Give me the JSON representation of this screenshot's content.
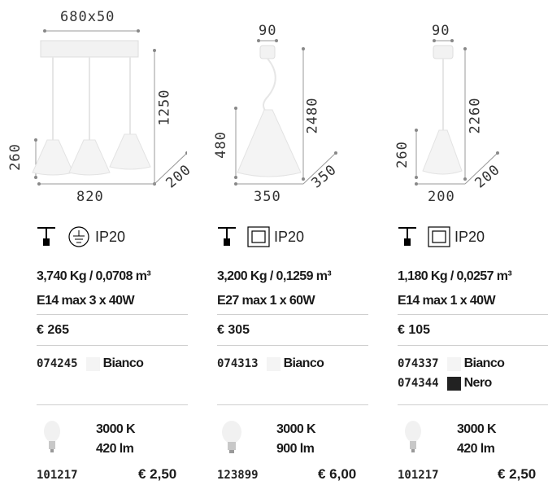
{
  "products": [
    {
      "dims": {
        "top": "680x50",
        "height": "1250",
        "shade_h": "260",
        "width": "820",
        "depth": "200"
      },
      "ip": "IP20",
      "weight": "3,740 Kg / 0,0708 m³",
      "bulb_spec": "E14 max 3 x 40W",
      "price": "€  265",
      "variants": [
        {
          "code": "074245",
          "label": "Bianco",
          "color": "#f4f4f4"
        }
      ],
      "bulb": {
        "kelvin": "3000 K",
        "lumen": "420 lm",
        "code": "101217",
        "price": "€ 2,50"
      }
    },
    {
      "dims": {
        "top": "90",
        "height": "2480",
        "shade_h": "480",
        "width": "350",
        "depth": "350"
      },
      "ip": "IP20",
      "weight": "3,200 Kg / 0,1259 m³",
      "bulb_spec": "E27 max 1 x 60W",
      "price": "€  305",
      "variants": [
        {
          "code": "074313",
          "label": "Bianco",
          "color": "#f4f4f4"
        }
      ],
      "bulb": {
        "kelvin": "3000 K",
        "lumen": "900 lm",
        "code": "123899",
        "price": "€ 6,00"
      }
    },
    {
      "dims": {
        "top": "90",
        "height": "2260",
        "shade_h": "260",
        "width": "200",
        "depth": "200"
      },
      "ip": "IP20",
      "weight": "1,180 Kg / 0,0257 m³",
      "bulb_spec": "E14 max 1 x 40W",
      "price": "€  105",
      "variants": [
        {
          "code": "074337",
          "label": "Bianco",
          "color": "#f4f4f4"
        },
        {
          "code": "074344",
          "label": "Nero",
          "color": "#222222"
        }
      ],
      "bulb": {
        "kelvin": "3000 K",
        "lumen": "420 lm",
        "code": "101217",
        "price": "€ 2,50"
      }
    }
  ]
}
